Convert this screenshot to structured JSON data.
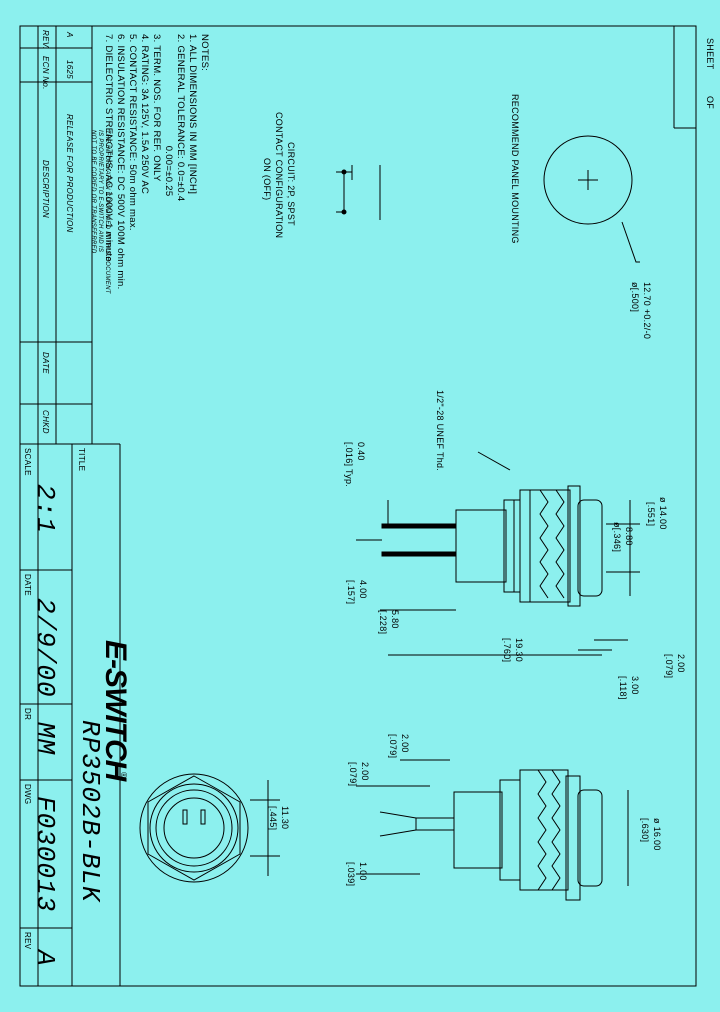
{
  "colors": {
    "background": "#8cf0ee",
    "ink": "#000000"
  },
  "title_block": {
    "title_label": "TITLE",
    "part_number": "RP3502B-BLK",
    "scale_label": "SCALE",
    "scale_value": "2:1",
    "date_label": "DATE",
    "date_value": "2/9/00",
    "dr_label": "DR",
    "dr_value": "MM",
    "dwg_label": "DWG",
    "dwg_value": "F030013",
    "rev_label": "REV",
    "rev_value": "A",
    "sheet_label": "SHEET",
    "of_label": "OF",
    "company": "E-SWITCH",
    "registered": "®"
  },
  "revision_table": {
    "headers": [
      "REV.",
      "ECN No.",
      "DESCRIPTION",
      "DATE",
      "CHKD"
    ],
    "rows": [
      [
        "A",
        "1625",
        "RELEASE FOR PRODUCTION",
        "",
        ""
      ]
    ]
  },
  "proprietary_note": [
    "THE INFORMATION CONTAINED IN THIS DOCUMENT",
    "IS PROPRIETARY TO E-SWITCH AND IS",
    "NOT TO BE COPIED OR TRANSFERRED"
  ],
  "notes": {
    "heading": "NOTES:",
    "items": [
      "1. ALL DIMENSIONS IN MM [INCH]",
      "2. GENERAL TOLERANCE: 0.0=±0.4",
      "                                      0.00=±0.25",
      "3. TERM. NOS. FOR REF. ONLY",
      "4. RATING: 3A 125V, 1.5A 250V AC",
      "5. CONTACT RESISTANCE: 50m ohm max.",
      "6. INSULATION RESISTANCE: DC 500V 100M ohm min.",
      "7. DIELECTRIC STRENGTHS: AC 1000V 1 minute"
    ]
  },
  "circuit": {
    "line1": "CIRCUIT: 2P, SPST",
    "line2": "CONTACT CONFIGURATION",
    "line3": "ON (OFF)"
  },
  "panel": {
    "label": "RECOMMEND PANEL MOUNTING",
    "dim": "12.70 +0.2/-0",
    "dim_inch": "ø[.500]"
  },
  "side_view_dims": {
    "thread": "1/2\"-28 UNEF Thd.",
    "d1": "ø 14.00",
    "d1_inch": "[.551]",
    "d2": "8.80",
    "d2_inch": "ø[.346]",
    "d3": "2.00",
    "d3_inch": "[.079]",
    "d4": "3.00",
    "d4_inch": "[.118]",
    "d5": "19.30",
    "d5_inch": "[.760]",
    "d6": "5.80",
    "d6_inch": "[.228]",
    "d7": "4.00",
    "d7_inch": "[.157]",
    "d8": "0.40",
    "d8_inch": "[.016] Typ."
  },
  "bottom_view_dims": {
    "d1": "ø 16.00",
    "d1_inch": "[.630]",
    "d2": "2.00",
    "d2_inch": "[.079]",
    "d3": "2.00",
    "d3_inch": "[.079]",
    "d4": "1.00",
    "d4_inch": "[.039]"
  },
  "end_view_dims": {
    "d1": "11.30",
    "d1_inch": "[.445]"
  }
}
